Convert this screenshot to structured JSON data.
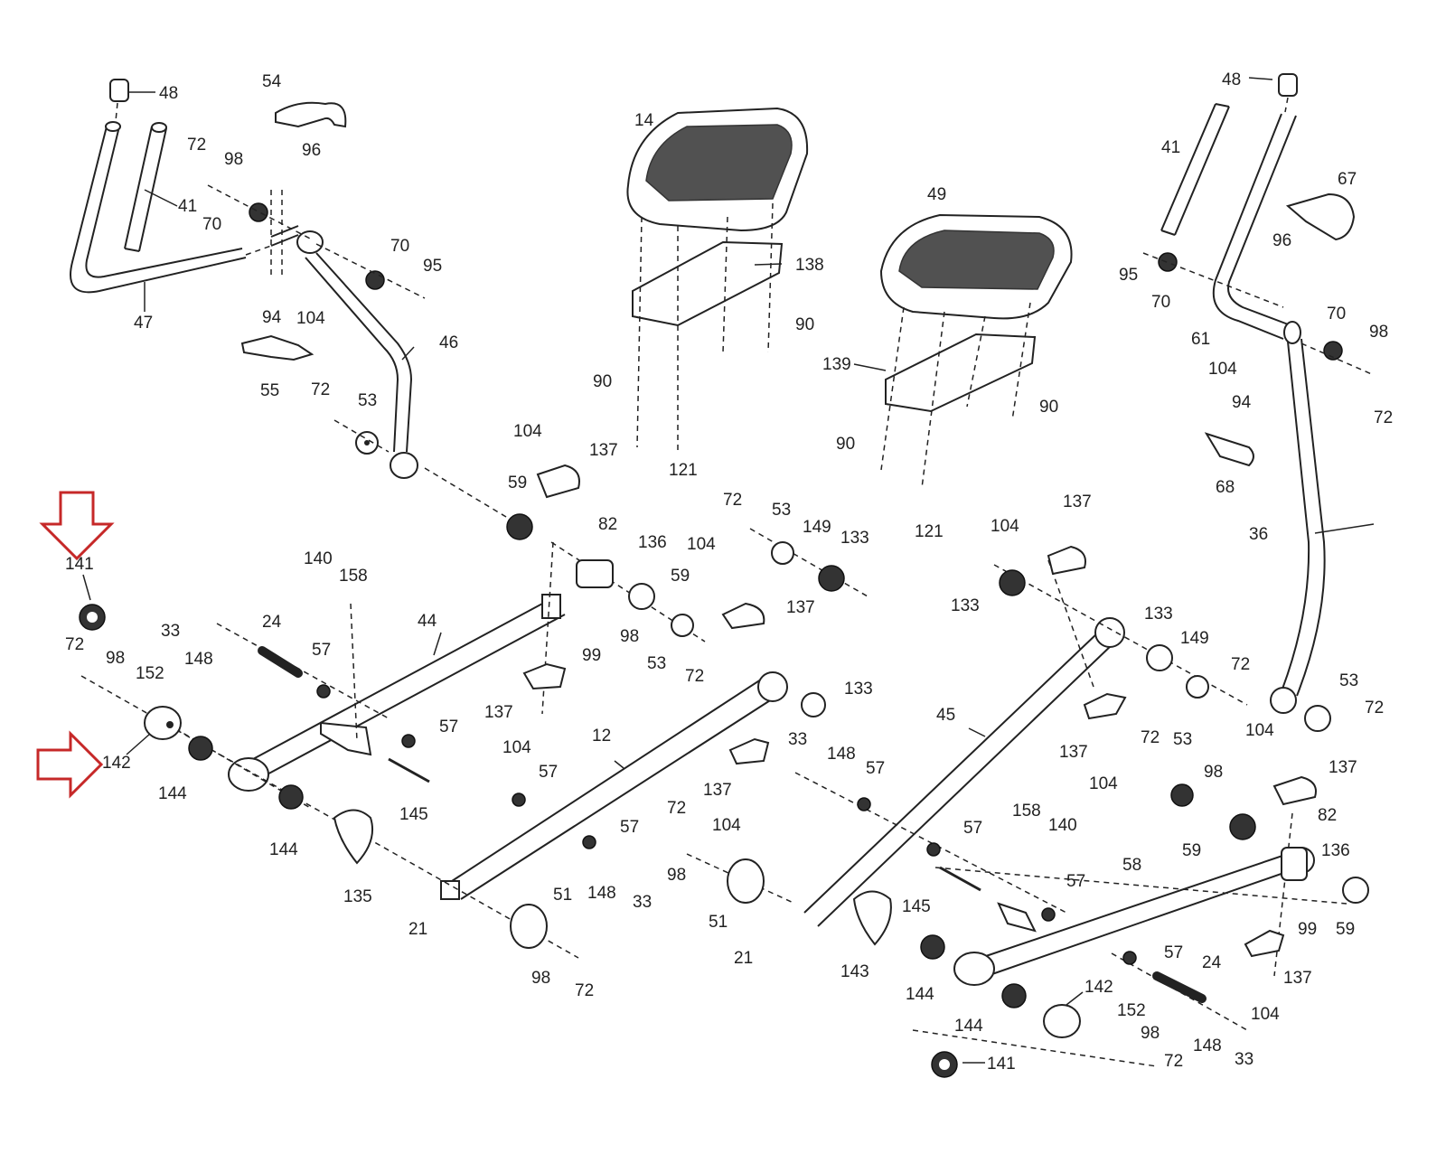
{
  "diagram": {
    "title": "Elliptical trainer exploded parts diagram",
    "highlight_color": "#c62828",
    "highlighted_parts": [
      "141",
      "142"
    ],
    "labels": [
      {
        "id": "48a",
        "text": "48"
      },
      {
        "id": "54",
        "text": "54"
      },
      {
        "id": "72a",
        "text": "72"
      },
      {
        "id": "98a",
        "text": "98"
      },
      {
        "id": "96a",
        "text": "96"
      },
      {
        "id": "41a",
        "text": "41"
      },
      {
        "id": "70a",
        "text": "70"
      },
      {
        "id": "70b",
        "text": "70"
      },
      {
        "id": "95a",
        "text": "95"
      },
      {
        "id": "47",
        "text": "47"
      },
      {
        "id": "94a",
        "text": "94"
      },
      {
        "id": "104a",
        "text": "104"
      },
      {
        "id": "46",
        "text": "46"
      },
      {
        "id": "55",
        "text": "55"
      },
      {
        "id": "72b",
        "text": "72"
      },
      {
        "id": "53a",
        "text": "53"
      },
      {
        "id": "14",
        "text": "14"
      },
      {
        "id": "138",
        "text": "138"
      },
      {
        "id": "90a",
        "text": "90"
      },
      {
        "id": "90b",
        "text": "90"
      },
      {
        "id": "121a",
        "text": "121"
      },
      {
        "id": "49",
        "text": "49"
      },
      {
        "id": "139",
        "text": "139"
      },
      {
        "id": "90c",
        "text": "90"
      },
      {
        "id": "90d",
        "text": "90"
      },
      {
        "id": "121b",
        "text": "121"
      },
      {
        "id": "48b",
        "text": "48"
      },
      {
        "id": "41b",
        "text": "41"
      },
      {
        "id": "67",
        "text": "67"
      },
      {
        "id": "96b",
        "text": "96"
      },
      {
        "id": "95b",
        "text": "95"
      },
      {
        "id": "70c",
        "text": "70"
      },
      {
        "id": "61",
        "text": "61"
      },
      {
        "id": "70d",
        "text": "70"
      },
      {
        "id": "98b",
        "text": "98"
      },
      {
        "id": "104b",
        "text": "104"
      },
      {
        "id": "94b",
        "text": "94"
      },
      {
        "id": "72c",
        "text": "72"
      },
      {
        "id": "68",
        "text": "68"
      },
      {
        "id": "36",
        "text": "36"
      },
      {
        "id": "141a",
        "text": "141"
      },
      {
        "id": "104c",
        "text": "104"
      },
      {
        "id": "137a",
        "text": "137"
      },
      {
        "id": "59a",
        "text": "59"
      },
      {
        "id": "82a",
        "text": "82"
      },
      {
        "id": "136a",
        "text": "136"
      },
      {
        "id": "140a",
        "text": "140"
      },
      {
        "id": "158a",
        "text": "158"
      },
      {
        "id": "33a",
        "text": "33"
      },
      {
        "id": "148a",
        "text": "148"
      },
      {
        "id": "24a",
        "text": "24"
      },
      {
        "id": "44",
        "text": "44"
      },
      {
        "id": "72d",
        "text": "72"
      },
      {
        "id": "98c",
        "text": "98"
      },
      {
        "id": "152a",
        "text": "152"
      },
      {
        "id": "57a",
        "text": "57"
      },
      {
        "id": "59b",
        "text": "59"
      },
      {
        "id": "98d",
        "text": "98"
      },
      {
        "id": "53b",
        "text": "53"
      },
      {
        "id": "72e",
        "text": "72"
      },
      {
        "id": "99a",
        "text": "99"
      },
      {
        "id": "72f",
        "text": "72"
      },
      {
        "id": "53c",
        "text": "53"
      },
      {
        "id": "149a",
        "text": "149"
      },
      {
        "id": "133a",
        "text": "133"
      },
      {
        "id": "104d",
        "text": "104"
      },
      {
        "id": "137b",
        "text": "137"
      },
      {
        "id": "104e",
        "text": "104"
      },
      {
        "id": "137c",
        "text": "137"
      },
      {
        "id": "133b",
        "text": "133"
      },
      {
        "id": "133c",
        "text": "133"
      },
      {
        "id": "149b",
        "text": "149"
      },
      {
        "id": "72g",
        "text": "72"
      },
      {
        "id": "137d",
        "text": "137"
      },
      {
        "id": "104f",
        "text": "104"
      },
      {
        "id": "142a",
        "text": "142"
      },
      {
        "id": "144a",
        "text": "144"
      },
      {
        "id": "57b",
        "text": "57"
      },
      {
        "id": "145a",
        "text": "145"
      },
      {
        "id": "12",
        "text": "12"
      },
      {
        "id": "133d",
        "text": "133"
      },
      {
        "id": "45",
        "text": "45"
      },
      {
        "id": "53d",
        "text": "53"
      },
      {
        "id": "72h",
        "text": "72"
      },
      {
        "id": "137e",
        "text": "137"
      },
      {
        "id": "104g",
        "text": "104"
      },
      {
        "id": "33b",
        "text": "33"
      },
      {
        "id": "148b",
        "text": "148"
      },
      {
        "id": "57c",
        "text": "57"
      },
      {
        "id": "137f",
        "text": "137"
      },
      {
        "id": "104h",
        "text": "104"
      },
      {
        "id": "72i",
        "text": "72"
      },
      {
        "id": "53e",
        "text": "53"
      },
      {
        "id": "98e",
        "text": "98"
      },
      {
        "id": "104i",
        "text": "104"
      },
      {
        "id": "137g",
        "text": "137"
      },
      {
        "id": "144b",
        "text": "144"
      },
      {
        "id": "135",
        "text": "135"
      },
      {
        "id": "57d",
        "text": "57"
      },
      {
        "id": "57e",
        "text": "57"
      },
      {
        "id": "72j",
        "text": "72"
      },
      {
        "id": "98f",
        "text": "98"
      },
      {
        "id": "148c",
        "text": "148"
      },
      {
        "id": "33c",
        "text": "33"
      },
      {
        "id": "57f",
        "text": "57"
      },
      {
        "id": "158b",
        "text": "158"
      },
      {
        "id": "140b",
        "text": "140"
      },
      {
        "id": "82b",
        "text": "82"
      },
      {
        "id": "59c",
        "text": "59"
      },
      {
        "id": "136b",
        "text": "136"
      },
      {
        "id": "21a",
        "text": "21"
      },
      {
        "id": "51a",
        "text": "51"
      },
      {
        "id": "51b",
        "text": "51"
      },
      {
        "id": "145b",
        "text": "145"
      },
      {
        "id": "57g",
        "text": "57"
      },
      {
        "id": "58",
        "text": "58"
      },
      {
        "id": "99b",
        "text": "99"
      },
      {
        "id": "59d",
        "text": "59"
      },
      {
        "id": "21b",
        "text": "21"
      },
      {
        "id": "143",
        "text": "143"
      },
      {
        "id": "144c",
        "text": "144"
      },
      {
        "id": "98g",
        "text": "98"
      },
      {
        "id": "72k",
        "text": "72"
      },
      {
        "id": "57h",
        "text": "57"
      },
      {
        "id": "24b",
        "text": "24"
      },
      {
        "id": "137h",
        "text": "137"
      },
      {
        "id": "144d",
        "text": "144"
      },
      {
        "id": "142b",
        "text": "142"
      },
      {
        "id": "152b",
        "text": "152"
      },
      {
        "id": "98h",
        "text": "98"
      },
      {
        "id": "72l",
        "text": "72"
      },
      {
        "id": "148d",
        "text": "148"
      },
      {
        "id": "33d",
        "text": "33"
      },
      {
        "id": "104j",
        "text": "104"
      },
      {
        "id": "141b",
        "text": "141"
      }
    ]
  }
}
